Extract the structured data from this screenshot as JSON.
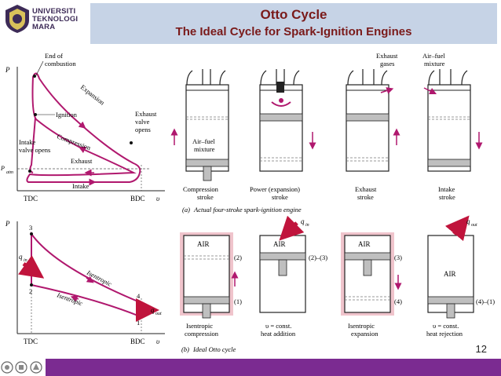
{
  "header": {
    "logo_lines": [
      "UNIVERSITI",
      "TEKNOLOGI",
      "MARA"
    ],
    "title": "Otto Cycle",
    "subtitle": "The Ideal Cycle for Spark-Ignition Engines"
  },
  "actual_diagram": {
    "axis_p": "P",
    "patm": "P",
    "patm_sub": "atm",
    "tdc": "TDC",
    "bdc": "BDC",
    "v": "υ",
    "labels": {
      "end_combustion_1": "End of",
      "end_combustion_2": "combustion",
      "ignition": "Ignition",
      "expansion": "Expansion",
      "exhaust_valve_1": "Exhaust",
      "exhaust_valve_2": "valve",
      "exhaust_valve_3": "opens",
      "intake_valve_1": "Intake",
      "intake_valve_2": "valve opens",
      "compression": "Compression",
      "exhaust": "Exhaust",
      "intake": "Intake"
    }
  },
  "ideal_diagram": {
    "axis_p": "P",
    "tdc": "TDC",
    "bdc": "BDC",
    "v": "υ",
    "points": [
      "1",
      "2",
      "3",
      "4"
    ],
    "q_in": "q",
    "q_in_sub": "in",
    "q_out": "q",
    "q_out_sub": "out",
    "isentropic_upper": "Isentropic",
    "isentropic_lower": "Isentropic"
  },
  "engine_row": {
    "air_fuel_1": "Air–fuel",
    "air_fuel_2": "mixture",
    "exhaust_gases_1": "Exhaust",
    "exhaust_gases_2": "gases",
    "air_fuel_mixture_1": "Air–fuel",
    "air_fuel_mixture_2": "mixture",
    "strokes": [
      {
        "line1": "Compression",
        "line2": "stroke"
      },
      {
        "line1": "Power (expansion)",
        "line2": "stroke"
      },
      {
        "line1": "Exhaust",
        "line2": "stroke"
      },
      {
        "line1": "Intake",
        "line2": "stroke"
      }
    ],
    "caption_tag": "(a)",
    "caption": "Actual four-stroke spark-ignition engine"
  },
  "ideal_row": {
    "air": "AIR",
    "state_labels": [
      "(2)",
      "(1)",
      "(2)–(3)",
      "(3)",
      "(4)",
      "(4)–(1)"
    ],
    "q_in": "q",
    "q_in_sub": "in",
    "q_out": "q",
    "q_out_sub": "out",
    "processes": [
      {
        "line1": "Isentropic",
        "line2": "compression"
      },
      {
        "line1": "υ = const.",
        "line2": "heat addition"
      },
      {
        "line1": "Isentropic",
        "line2": "expansion"
      },
      {
        "line1": "υ = const.",
        "line2": "heat rejection"
      }
    ],
    "caption_tag": "(b)",
    "caption": "Ideal Otto cycle"
  },
  "footer": {
    "page_number": "12"
  },
  "colors": {
    "header_band": "#c6d3e6",
    "title_text": "#7a1a1a",
    "cycle_curve": "#b0186e",
    "footer_bar": "#7b2b91",
    "pink_highlight": "#f0c4cc"
  }
}
